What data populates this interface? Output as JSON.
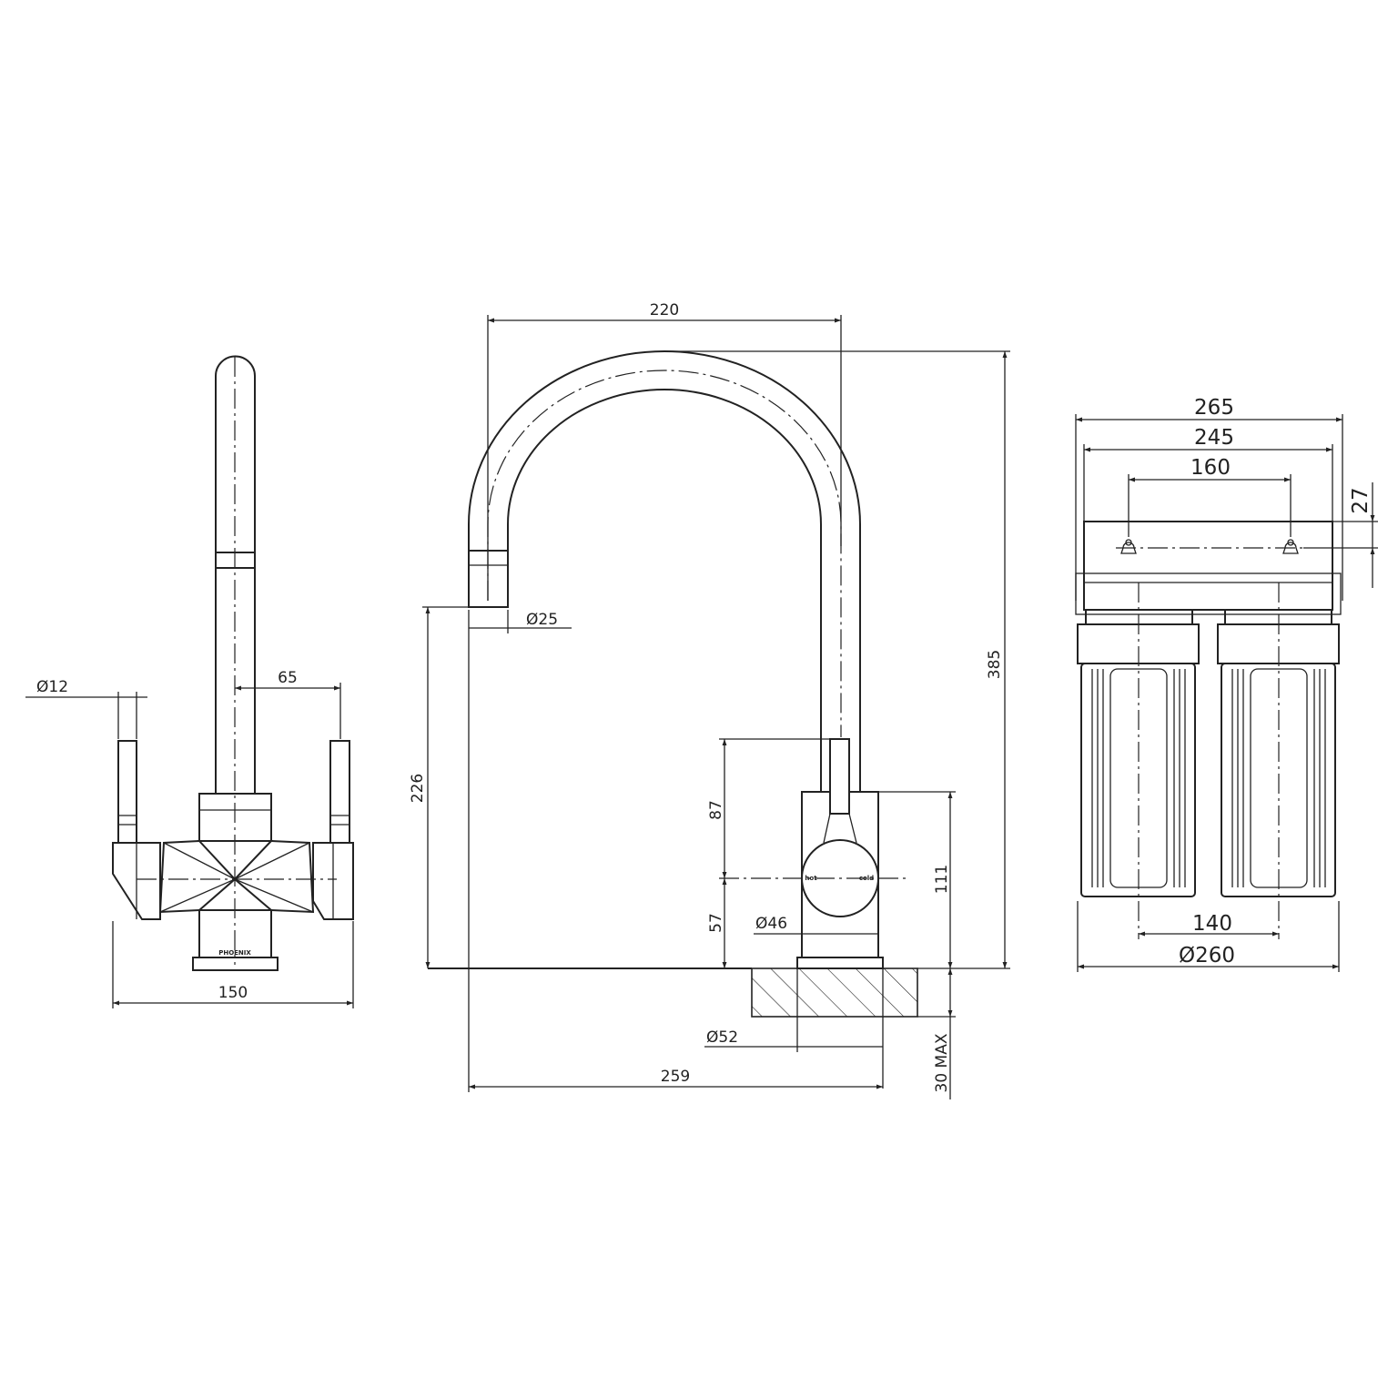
{
  "colors": {
    "line": "#222222",
    "background": "#ffffff"
  },
  "front_view": {
    "dims": {
      "lever_dia": "12",
      "lever_offset": "65",
      "width": "150"
    },
    "body_label": "PHOENIX"
  },
  "side_view": {
    "dims": {
      "reach_top": "220",
      "outlet_dia": "25",
      "total_height": "385",
      "spout_height": "226",
      "lever_height": "87",
      "lower_height": "57",
      "body_height": "111",
      "body_dia": "46",
      "base_dia": "52",
      "reach_bottom": "259",
      "bench_max": "30 MAX"
    },
    "handle_labels": {
      "hot": "hot",
      "cold": "cold"
    }
  },
  "filter_view": {
    "dims": {
      "overall_width": "265",
      "bracket_width": "245",
      "hole_spacing": "160",
      "hole_offset": "27",
      "canister_spacing": "140",
      "canister_dia": "260"
    }
  }
}
